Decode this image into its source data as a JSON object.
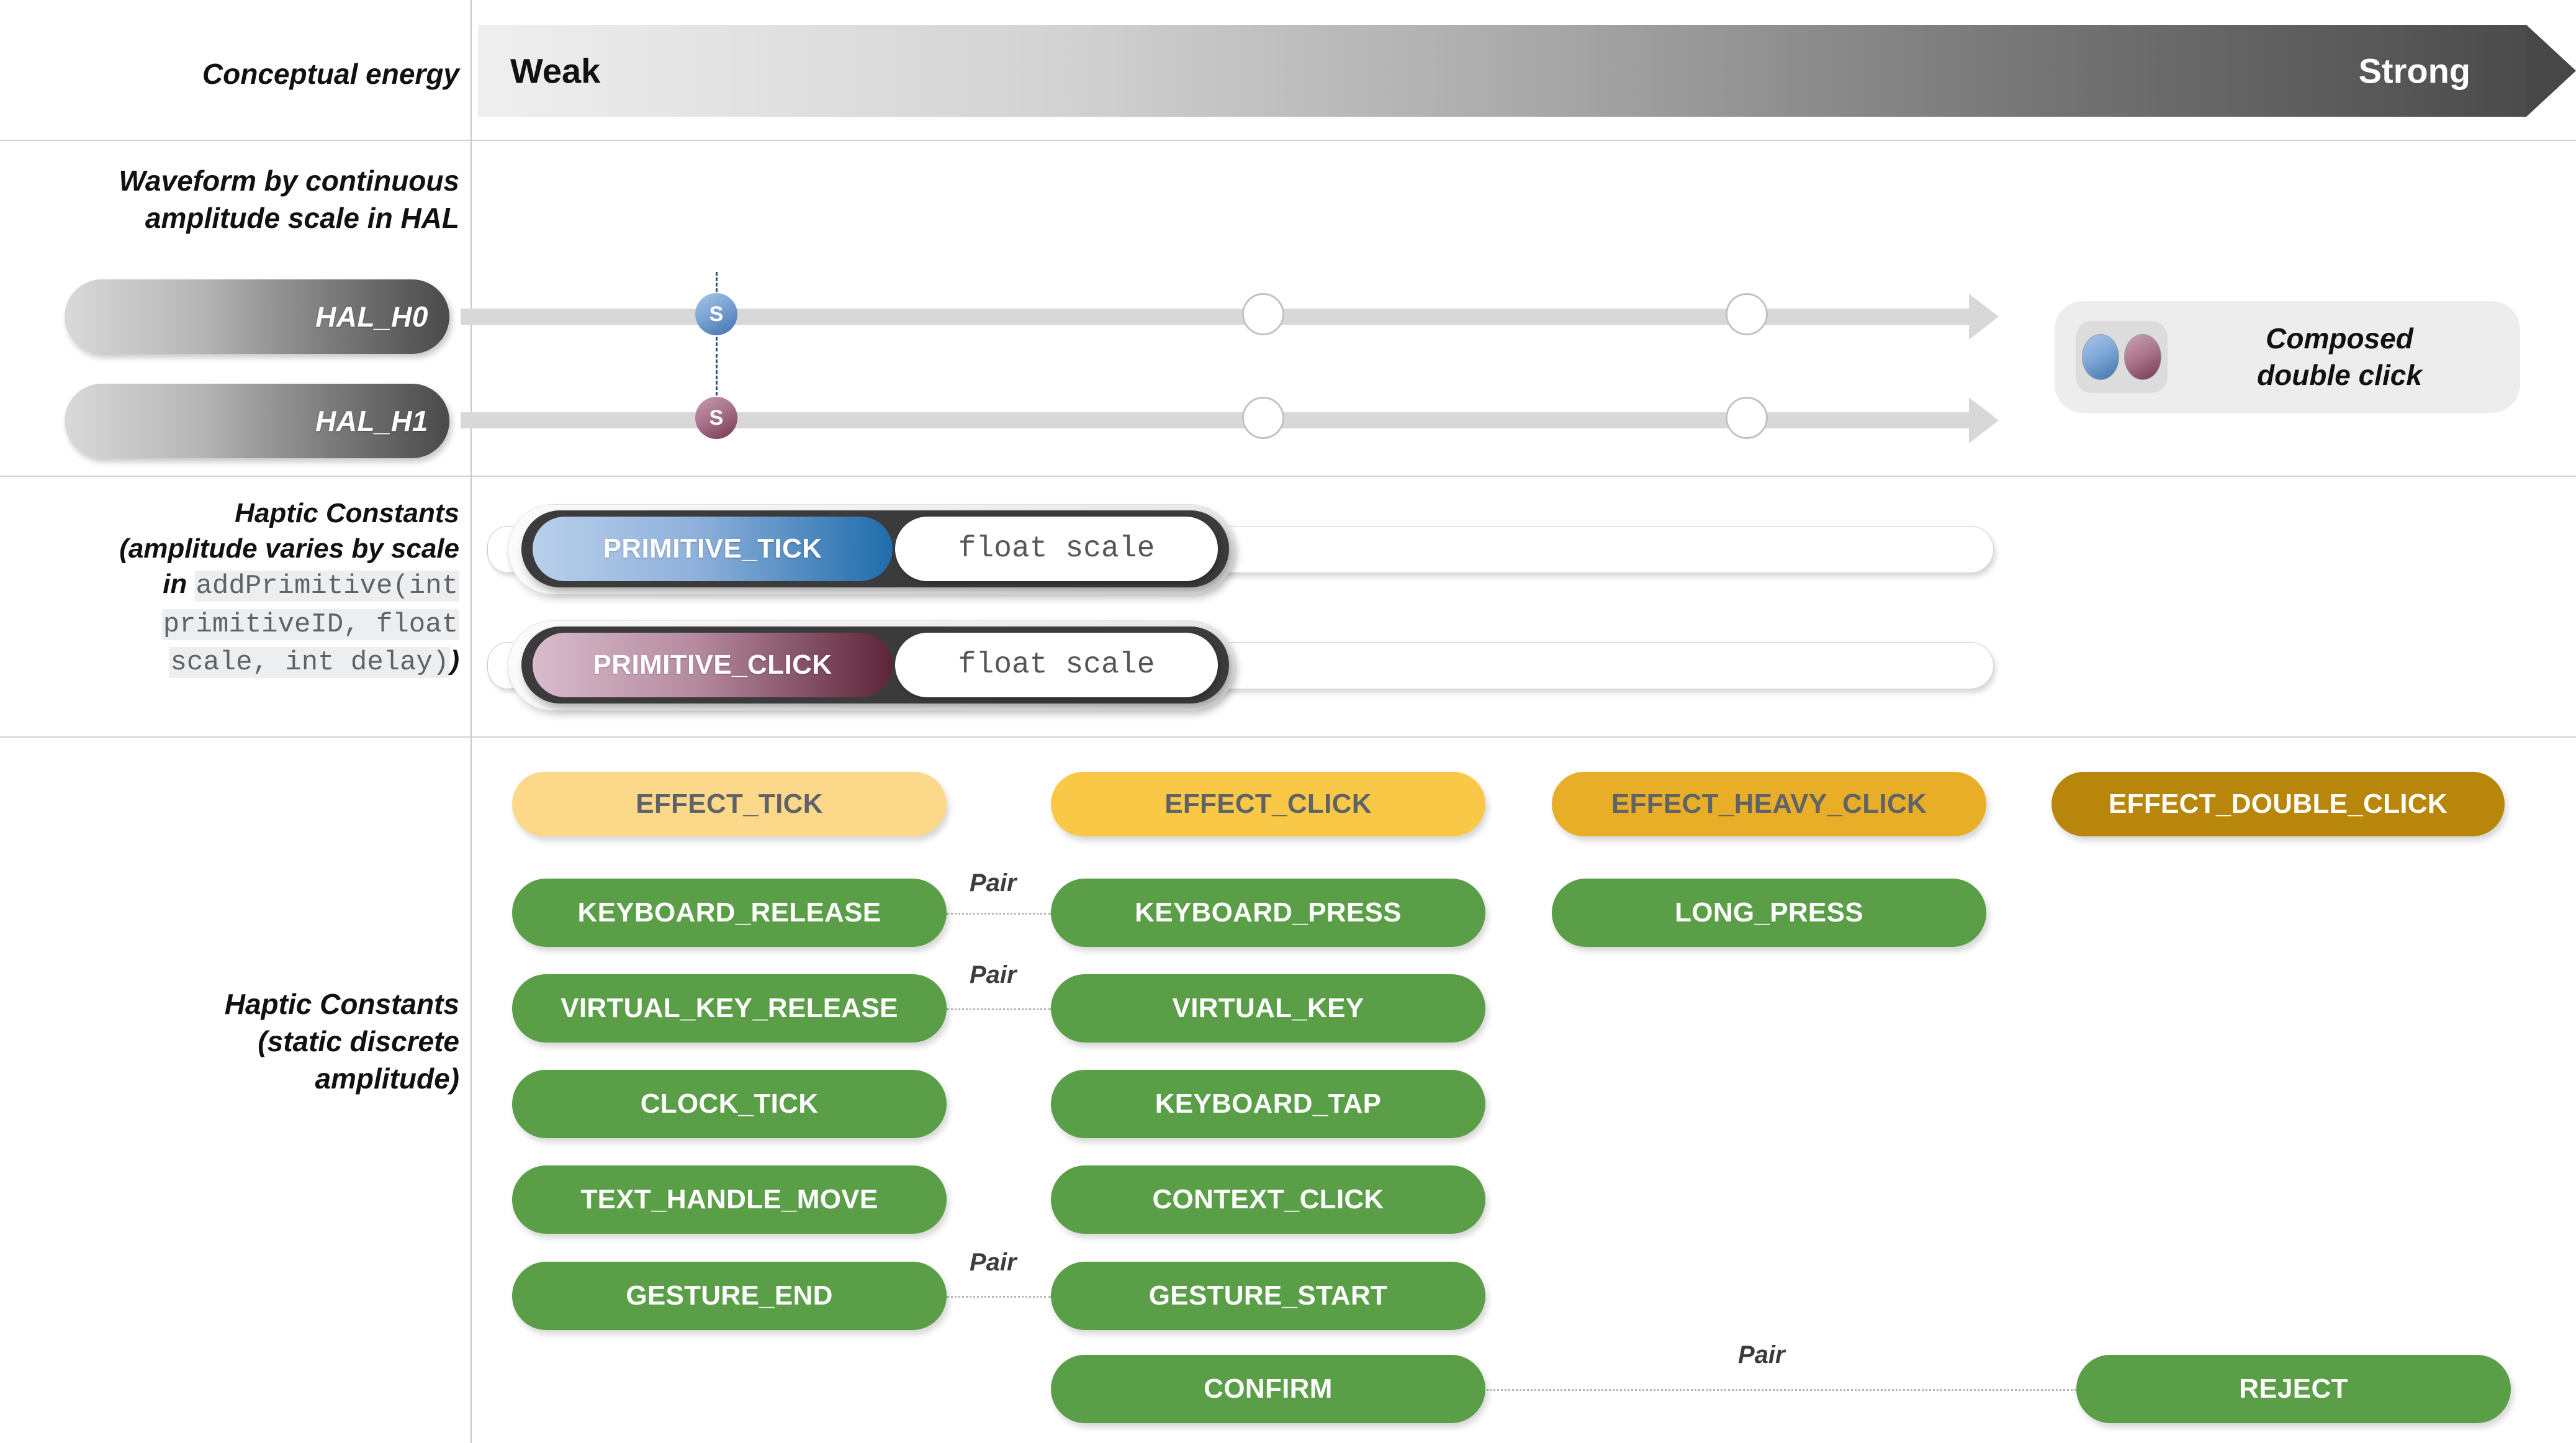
{
  "rows": {
    "conceptual_energy": {
      "label": "Conceptual energy",
      "weak": "Weak",
      "strong": "Strong"
    },
    "waveform": {
      "label_line1": "Waveform by continuous",
      "label_line2": "amplitude scale in HAL",
      "tracks": [
        {
          "name": "HAL_H0",
          "marker": "S",
          "marker_color": "#3f72ab"
        },
        {
          "name": "HAL_H1",
          "marker": "S",
          "marker_color": "#74384f"
        }
      ],
      "composed": {
        "line1": "Composed",
        "line2": "double click"
      }
    },
    "primitives": {
      "label_line1": "Haptic Constants",
      "label_line2": "(amplitude varies by scale",
      "label_line3_prefix": "in ",
      "label_code": "addPrimitive(int primitiveID, float scale, int delay)",
      "label_line3_code": "addPrimitive(int",
      "label_line4_code": "primitiveID, float",
      "label_line5_code": "scale, int delay)",
      "label_tail": ")",
      "items": [
        {
          "name": "PRIMITIVE_TICK",
          "param": "float scale",
          "color": "#1f6cab"
        },
        {
          "name": "PRIMITIVE_CLICK",
          "param": "float scale",
          "color": "#5d2439"
        }
      ]
    },
    "constants": {
      "label_line1": "Haptic Constants",
      "label_line2": "(static discrete",
      "label_line3": "amplitude)",
      "effects": [
        {
          "label": "EFFECT_TICK",
          "bg": "#fcd98a",
          "fg": "#5f6368"
        },
        {
          "label": "EFFECT_CLICK",
          "bg": "#f9c846",
          "fg": "#5f6368"
        },
        {
          "label": "EFFECT_HEAVY_CLICK",
          "bg": "#e8ae28",
          "fg": "#5f6368"
        },
        {
          "label": "EFFECT_DOUBLE_CLICK",
          "bg": "#b8860b",
          "fg": "#ffffff"
        }
      ],
      "green_color": "#5a9e47",
      "column1": [
        "KEYBOARD_RELEASE",
        "VIRTUAL_KEY_RELEASE",
        "CLOCK_TICK",
        "TEXT_HANDLE_MOVE",
        "GESTURE_END"
      ],
      "column2": [
        "KEYBOARD_PRESS",
        "VIRTUAL_KEY",
        "KEYBOARD_TAP",
        "CONTEXT_CLICK",
        "GESTURE_START",
        "CONFIRM"
      ],
      "column3": [
        "LONG_PRESS"
      ],
      "column4": [
        "REJECT"
      ],
      "pair_label": "Pair",
      "pairs": [
        {
          "label": "Pair",
          "from": "KEYBOARD_RELEASE",
          "to": "KEYBOARD_PRESS"
        },
        {
          "label": "Pair",
          "from": "VIRTUAL_KEY_RELEASE",
          "to": "VIRTUAL_KEY"
        },
        {
          "label": "Pair",
          "from": "GESTURE_END",
          "to": "GESTURE_START"
        },
        {
          "label": "Pair",
          "from": "CONFIRM",
          "to": "REJECT"
        }
      ]
    }
  }
}
